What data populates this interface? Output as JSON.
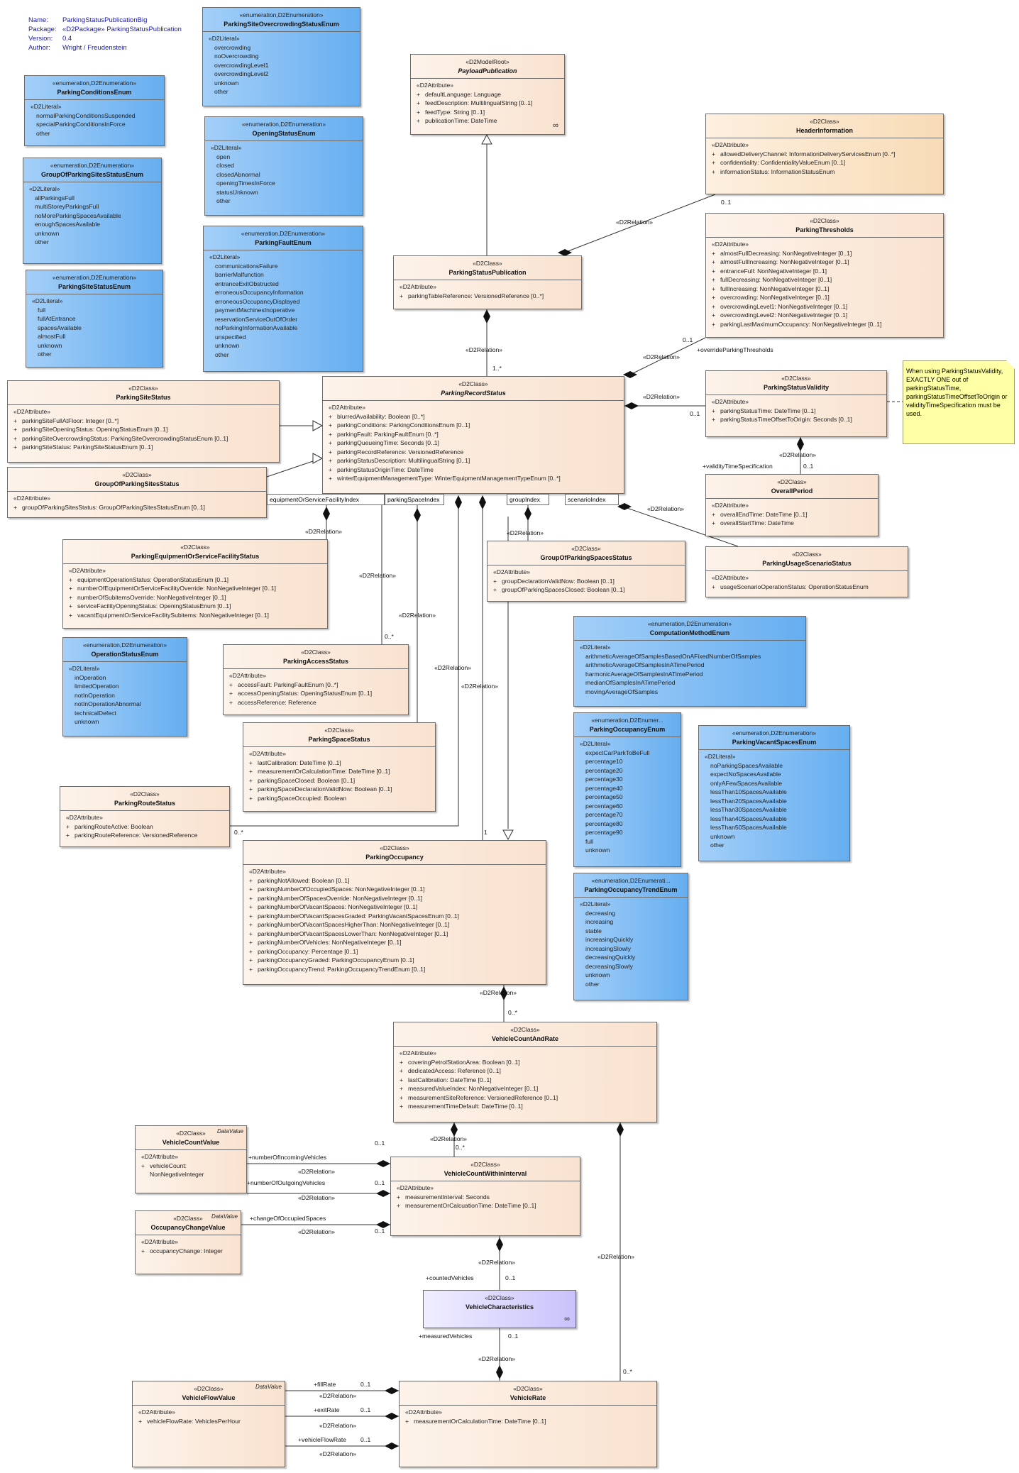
{
  "diagram_info": {
    "name_key": "Name:",
    "name": "ParkingStatusPublicationBig",
    "package_key": "Package:",
    "package": "«D2Package» ParkingStatusPublication",
    "version_key": "Version:",
    "version": "0.4",
    "author_key": "Author:",
    "author": "Wright / Freudenstein"
  },
  "colors": {
    "class_fill": "#f9e2cf",
    "enum_fill": "#66aef0",
    "datatype_fill": "#c9c2fb",
    "note_fill": "#ffffa6"
  },
  "boxes": [
    {
      "id": "parkingSiteOvercrowdingStatusEnum",
      "kind": "enum",
      "stereotype": "«enumeration,D2Enumeration»",
      "name": "ParkingSiteOvercrowdingStatusEnum",
      "section": "«D2Literal»",
      "items": [
        "overcrowding",
        "noOvercrowding",
        "overcrowdingLevel1",
        "overcrowdingLevel2",
        "unknown",
        "other"
      ]
    },
    {
      "id": "parkingConditionsEnum",
      "kind": "enum",
      "stereotype": "«enumeration,D2Enumeration»",
      "name": "ParkingConditionsEnum",
      "section": "«D2Literal»",
      "items": [
        "normalParkingConditionsSuspended",
        "specialParkingConditionsInForce",
        "other"
      ]
    },
    {
      "id": "groupOfParkingSitesStatusEnum",
      "kind": "enum",
      "stereotype": "«enumeration,D2Enumeration»",
      "name": "GroupOfParkingSitesStatusEnum",
      "section": "«D2Literal»",
      "items": [
        "allParkingsFull",
        "multiStoreyParkingsFull",
        "noMoreParkingSpacesAvailable",
        "enoughSpacesAvailable",
        "unknown",
        "other"
      ]
    },
    {
      "id": "parkingSiteStatusEnum",
      "kind": "enum",
      "stereotype": "«enumeration,D2Enumeration»",
      "name": "ParkingSiteStatusEnum",
      "section": "«D2Literal»",
      "items": [
        "full",
        "fullAtEntrance",
        "spacesAvailable",
        "almostFull",
        "unknown",
        "other"
      ]
    },
    {
      "id": "openingStatusEnum",
      "kind": "enum",
      "stereotype": "«enumeration,D2Enumeration»",
      "name": "OpeningStatusEnum",
      "section": "«D2Literal»",
      "items": [
        "open",
        "closed",
        "closedAbnormal",
        "openingTimesInForce",
        "statusUnknown",
        "other"
      ]
    },
    {
      "id": "parkingFaultEnum",
      "kind": "enum",
      "stereotype": "«enumeration,D2Enumeration»",
      "name": "ParkingFaultEnum",
      "section": "«D2Literal»",
      "items": [
        "communicationsFailure",
        "barrierMalfunction",
        "entranceExitObstructed",
        "erroneousOccupancyInformation",
        "erroneousOccupancyDisplayed",
        "paymentMachinesInoperative",
        "reservationServiceOutOfOrder",
        "noParkingInformationAvailable",
        "unspecified",
        "unknown",
        "other"
      ]
    },
    {
      "id": "payloadPublication",
      "kind": "class",
      "stereotype": "«D2ModelRoot»",
      "name": "PayloadPublication",
      "italic": true,
      "section": "«D2Attribute»",
      "items": [
        "defaultLanguage: Language",
        "feedDescription: MultilingualString [0..1]",
        "feedType: String [0..1]",
        "publicationTime: DateTime"
      ],
      "icon": "∞"
    },
    {
      "id": "headerInformation",
      "kind": "class-hi",
      "stereotype": "«D2Class»",
      "name": "HeaderInformation",
      "section": "«D2Attribute»",
      "items": [
        "allowedDeliveryChannel: InformationDeliveryServicesEnum [0..*]",
        "confidentiality: ConfidentialityValueEnum [0..1]",
        "informationStatus: InformationStatusEnum"
      ]
    },
    {
      "id": "parkingThresholds",
      "kind": "class",
      "stereotype": "«D2Class»",
      "name": "ParkingThresholds",
      "section": "«D2Attribute»",
      "items": [
        "almostFullDecreasing: NonNegativeInteger [0..1]",
        "almostFullIncreasing: NonNegativeInteger [0..1]",
        "entranceFull: NonNegativeInteger [0..1]",
        "fullDecreasing: NonNegativeInteger [0..1]",
        "fullIncreasing: NonNegativeInteger [0..1]",
        "overcrowding: NonNegativeInteger [0..1]",
        "overcrowdingLevel1: NonNegativeInteger [0..1]",
        "overcrowdingLevel2: NonNegativeInteger [0..1]",
        "parkingLastMaximumOccupancy: NonNegativeInteger [0..1]"
      ]
    },
    {
      "id": "parkingStatusPublication",
      "kind": "class",
      "stereotype": "«D2Class»",
      "name": "ParkingStatusPublication",
      "section": "«D2Attribute»",
      "items": [
        "parkingTableReference: VersionedReference [0..*]"
      ]
    },
    {
      "id": "parkingSiteStatus",
      "kind": "class",
      "stereotype": "«D2Class»",
      "name": "ParkingSiteStatus",
      "section": "«D2Attribute»",
      "items": [
        "parkingSiteFullAtFloor: Integer [0..*]",
        "parkingSiteOpeningStatus: OpeningStatusEnum [0..1]",
        "parkingSiteOvercrowdingStatus: ParkingSiteOvercrowdingStatusEnum [0..1]",
        "parkingSiteStatus: ParkingSiteStatusEnum [0..1]"
      ]
    },
    {
      "id": "groupOfParkingSitesStatus",
      "kind": "class",
      "stereotype": "«D2Class»",
      "name": "GroupOfParkingSitesStatus",
      "section": "«D2Attribute»",
      "items": [
        "groupOfParkingSitesStatus: GroupOfParkingSitesStatusEnum [0..1]"
      ]
    },
    {
      "id": "parkingRecordStatus",
      "kind": "class",
      "stereotype": "«D2Class»",
      "name": "ParkingRecordStatus",
      "italic": true,
      "section": "«D2Attribute»",
      "items": [
        "blurredAvailability: Boolean [0..*]",
        "parkingConditions: ParkingConditionsEnum [0..1]",
        "parkingFault: ParkingFaultEnum [0..*]",
        "parkingQueueingTime: Seconds [0..1]",
        "parkingRecordReference: VersionedReference",
        "parkingStatusDescription: MultilingualString [0..1]",
        "parkingStatusOriginTime: DateTime",
        "winterEquipmentManagementType: WinterEquipmentManagementTypeEnum [0..*]"
      ]
    },
    {
      "id": "parkingStatusValidity",
      "kind": "class",
      "stereotype": "«D2Class»",
      "name": "ParkingStatusValidity",
      "section": "«D2Attribute»",
      "items": [
        "parkingStatusTime: DateTime [0..1]",
        "parkingStatusTimeOffsetToOrigin: Seconds [0..1]"
      ]
    },
    {
      "id": "overallPeriod",
      "kind": "class",
      "stereotype": "«D2Class»",
      "name": "OverallPeriod",
      "section": "«D2Attribute»",
      "items": [
        "overallEndTime: DateTime [0..1]",
        "overallStartTime: DateTime"
      ]
    },
    {
      "id": "parkingUsageScenarioStatus",
      "kind": "class",
      "stereotype": "«D2Class»",
      "name": "ParkingUsageScenarioStatus",
      "section": "«D2Attribute»",
      "items": [
        "usageScenarioOperationStatus: OperationStatusEnum"
      ]
    },
    {
      "id": "parkingEquipmentOrServiceFacilityStatus",
      "kind": "class",
      "stereotype": "«D2Class»",
      "name": "ParkingEquipmentOrServiceFacilityStatus",
      "section": "«D2Attribute»",
      "items": [
        "equipmentOperationStatus: OperationStatusEnum [0..1]",
        "numberOfEquipmentOrServiceFacilityOverride: NonNegativeInteger [0..1]",
        "numberOfSubitemsOverride: NonNegativeInteger [0..1]",
        "serviceFacilityOpeningStatus: OpeningStatusEnum [0..1]",
        "vacantEquipmentOrServiceFacilitySubitems: NonNegativeInteger [0..1]"
      ]
    },
    {
      "id": "groupOfParkingSpacesStatus",
      "kind": "class",
      "stereotype": "«D2Class»",
      "name": "GroupOfParkingSpacesStatus",
      "section": "«D2Attribute»",
      "items": [
        "groupDeclarationValidNow: Boolean [0..1]",
        "groupOfParkingSpacesClosed: Boolean [0..1]"
      ]
    },
    {
      "id": "computationMethodEnum",
      "kind": "enum",
      "stereotype": "«enumeration,D2Enumeration»",
      "name": "ComputationMethodEnum",
      "section": "«D2Literal»",
      "items": [
        "arithmeticAverageOfSamplesBasedOnAFixedNumberOfSamples",
        "arithmeticAverageOfSamplesInATimePeriod",
        "harmonicAverageOfSamplesInATimePeriod",
        "medianOfSamplesInATimePeriod",
        "movingAverageOfSamples"
      ]
    },
    {
      "id": "operationStatusEnum",
      "kind": "enum",
      "stereotype": "«enumeration,D2Enumeration»",
      "name": "OperationStatusEnum",
      "section": "«D2Literal»",
      "items": [
        "inOperation",
        "limitedOperation",
        "notInOperation",
        "notInOperationAbnormal",
        "technicalDefect",
        "unknown"
      ]
    },
    {
      "id": "parkingAccessStatus",
      "kind": "class",
      "stereotype": "«D2Class»",
      "name": "ParkingAccessStatus",
      "section": "«D2Attribute»",
      "items": [
        "accessFault: ParkingFaultEnum [0..*]",
        "accessOpeningStatus: OpeningStatusEnum [0..1]",
        "accessReference: Reference"
      ]
    },
    {
      "id": "parkingSpaceStatus",
      "kind": "class",
      "stereotype": "«D2Class»",
      "name": "ParkingSpaceStatus",
      "section": "«D2Attribute»",
      "items": [
        "lastCalibration: DateTime [0..1]",
        "measurementOrCalculationTime: DateTime [0..1]",
        "parkingSpaceClosed: Boolean [0..1]",
        "parkingSpaceDeclarationValidNow: Boolean [0..1]",
        "parkingSpaceOccupied: Boolean"
      ]
    },
    {
      "id": "parkingOccupancyEnum",
      "kind": "enum",
      "stereotype": "«enumeration,D2Enumer...",
      "name": "ParkingOccupancyEnum",
      "section": "«D2Literal»",
      "items": [
        "expectCarParkToBeFull",
        "percentage10",
        "percentage20",
        "percentage30",
        "percentage40",
        "percentage50",
        "percentage60",
        "percentage70",
        "percentage80",
        "percentage90",
        "full",
        "unknown"
      ]
    },
    {
      "id": "parkingVacantSpacesEnum",
      "kind": "enum",
      "stereotype": "«enumeration,D2Enumeration»",
      "name": "ParkingVacantSpacesEnum",
      "section": "«D2Literal»",
      "items": [
        "noParkingSpacesAvailable",
        "expectNoSpacesAvailable",
        "onlyAFewSpacesAvailable",
        "lessThan10SpacesAvailable",
        "lessThan20SpacesAvailable",
        "lessThan30SpacesAvailable",
        "lessThan40SpacesAvailable",
        "lessThan50SpacesAvailable",
        "unknown",
        "other"
      ]
    },
    {
      "id": "parkingRouteStatus",
      "kind": "class",
      "stereotype": "«D2Class»",
      "name": "ParkingRouteStatus",
      "section": "«D2Attribute»",
      "items": [
        "parkingRouteActive: Boolean",
        "parkingRouteReference: VersionedReference"
      ]
    },
    {
      "id": "parkingOccupancy",
      "kind": "class",
      "stereotype": "«D2Class»",
      "name": "ParkingOccupancy",
      "section": "«D2Attribute»",
      "items": [
        "parkingNotAllowed: Boolean [0..1]",
        "parkingNumberOfOccupiedSpaces: NonNegativeInteger [0..1]",
        "parkingNumberOfSpacesOverride: NonNegativeInteger [0..1]",
        "parkingNumberOfVacantSpaces: NonNegativeInteger [0..1]",
        "parkingNumberOfVacantSpacesGraded: ParkingVacantSpacesEnum [0..1]",
        "parkingNumberOfVacantSpacesHigherThan: NonNegativeInteger [0..1]",
        "parkingNumberOfVacantSpacesLowerThan: NonNegativeInteger [0..1]",
        "parkingNumberOfVehicles: NonNegativeInteger [0..1]",
        "parkingOccupancy: Percentage [0..1]",
        "parkingOccupancyGraded: ParkingOccupancyEnum [0..1]",
        "parkingOccupancyTrend: ParkingOccupancyTrendEnum [0..1]"
      ]
    },
    {
      "id": "parkingOccupancyTrendEnum",
      "kind": "enum",
      "stereotype": "«enumeration,D2Enumerati...",
      "name": "ParkingOccupancyTrendEnum",
      "section": "«D2Literal»",
      "items": [
        "decreasing",
        "increasing",
        "stable",
        "increasingQuickly",
        "increasingSlowly",
        "decreasingQuickly",
        "decreasingSlowly",
        "unknown",
        "other"
      ]
    },
    {
      "id": "vehicleCountAndRate",
      "kind": "class",
      "stereotype": "«D2Class»",
      "name": "VehicleCountAndRate",
      "section": "«D2Attribute»",
      "items": [
        "coveringPetrolStationArea: Boolean [0..1]",
        "dedicatedAccess: Reference [0..1]",
        "lastCalibration: DateTime [0..1]",
        "measuredValueIndex: NonNegativeInteger [0..1]",
        "measurementSiteReference: VersionedReference [0..1]",
        "measurementTimeDefault: DateTime [0..1]"
      ]
    },
    {
      "id": "vehicleCountValue",
      "kind": "class",
      "stereotype": "«D2Class»",
      "name": "VehicleCountValue",
      "tag": "DataValue",
      "section": "«D2Attribute»",
      "items": [
        "vehicleCount:",
        "NonNegativeInteger"
      ],
      "plus_first_only": true
    },
    {
      "id": "vehicleCountWithinInterval",
      "kind": "class",
      "stereotype": "«D2Class»",
      "name": "VehicleCountWithinInterval",
      "section": "«D2Attribute»",
      "items": [
        "measurementInterval: Seconds",
        "measurementOrCalcuationTime: DateTime [0..1]"
      ]
    },
    {
      "id": "occupancyChangeValue",
      "kind": "class",
      "stereotype": "«D2Class»",
      "name": "OccupancyChangeValue",
      "tag": "DataValue",
      "section": "«D2Attribute»",
      "items": [
        "occupancyChange: Integer"
      ]
    },
    {
      "id": "vehicleCharacteristics",
      "kind": "dtype",
      "stereotype": "«D2Class»",
      "name": "VehicleCharacteristics",
      "icon": "∞"
    },
    {
      "id": "vehicleFlowValue",
      "kind": "class",
      "stereotype": "«D2Class»",
      "name": "VehicleFlowValue",
      "tag": "DataValue",
      "section": "«D2Attribute»",
      "items": [
        "vehicleFlowRate: VehiclesPerHour"
      ]
    },
    {
      "id": "vehicleRate",
      "kind": "class",
      "stereotype": "«D2Class»",
      "name": "VehicleRate",
      "section": "«D2Attribute»",
      "items": [
        "measurementOrCalculationTime: DateTime [0..1]"
      ]
    }
  ],
  "note": {
    "text": "When using ParkingStatusValidity, EXACTLY ONE out of parkingStatusTime, parkingStatusTimeOffsetToOrigin or validityTimeSpecification must be used."
  },
  "qualifiers": [
    "equipmentOrServiceFacilityIndex",
    "parkingSpaceIndex",
    "groupIndex",
    "scenarioIndex"
  ],
  "labels": {
    "rel": "«D2Relation»",
    "m01": "0..1",
    "m0s": "0..*",
    "m1s": "1..*",
    "m1": "1",
    "overrideParkingThresholds": "+overrideParkingThresholds",
    "validityTimeSpecification": "+validityTimeSpecification",
    "numberOfIncomingVehicles": "+numberOfIncomingVehicles",
    "numberOfOutgoingVehicles": "+numberOfOutgoingVehicles",
    "changeOfOccupiedSpaces": "+changeOfOccupiedSpaces",
    "countedVehicles": "+countedVehicles",
    "measuredVehicles": "+measuredVehicles",
    "fillRate": "+fillRate",
    "exitRate": "+exitRate",
    "vehicleFlowRate": "+vehicleFlowRate"
  }
}
